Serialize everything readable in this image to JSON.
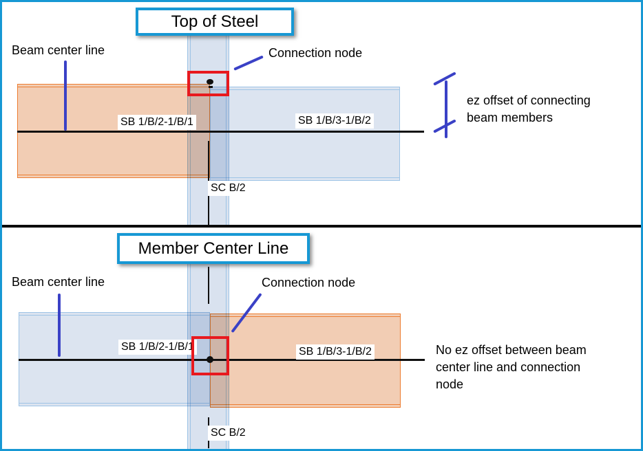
{
  "colors": {
    "frame_and_title_border": "#1798D4",
    "orange_beam_border": "#ED7D31",
    "orange_beam_fill": "#F2CDB4",
    "blue_beam_border": "#9DC3E6",
    "blue_beam_fill": "#DCE4F0",
    "column_fill": "#D9E2EF",
    "pointer_blue": "#3A41C6",
    "red_highlight_box": "#E8191E",
    "line_black": "#101010"
  },
  "panels": [
    {
      "title": "Top of Steel",
      "labels": {
        "beam_center_line": "Beam center line",
        "connection_node": "Connection node",
        "left_beam": "SB 1/B/2-1/B/1",
        "right_beam": "SB 1/B/3-1/B/2",
        "column": "SC B/2"
      },
      "annotation": "ez offset of connecting beam members"
    },
    {
      "title": "Member Center Line",
      "labels": {
        "beam_center_line": "Beam center line",
        "connection_node": "Connection node",
        "left_beam": "SB 1/B/2-1/B/1",
        "right_beam": "SB 1/B/3-1/B/2",
        "column": "SC B/2"
      },
      "annotation": "No ez offset between beam center line and connection node"
    }
  ]
}
